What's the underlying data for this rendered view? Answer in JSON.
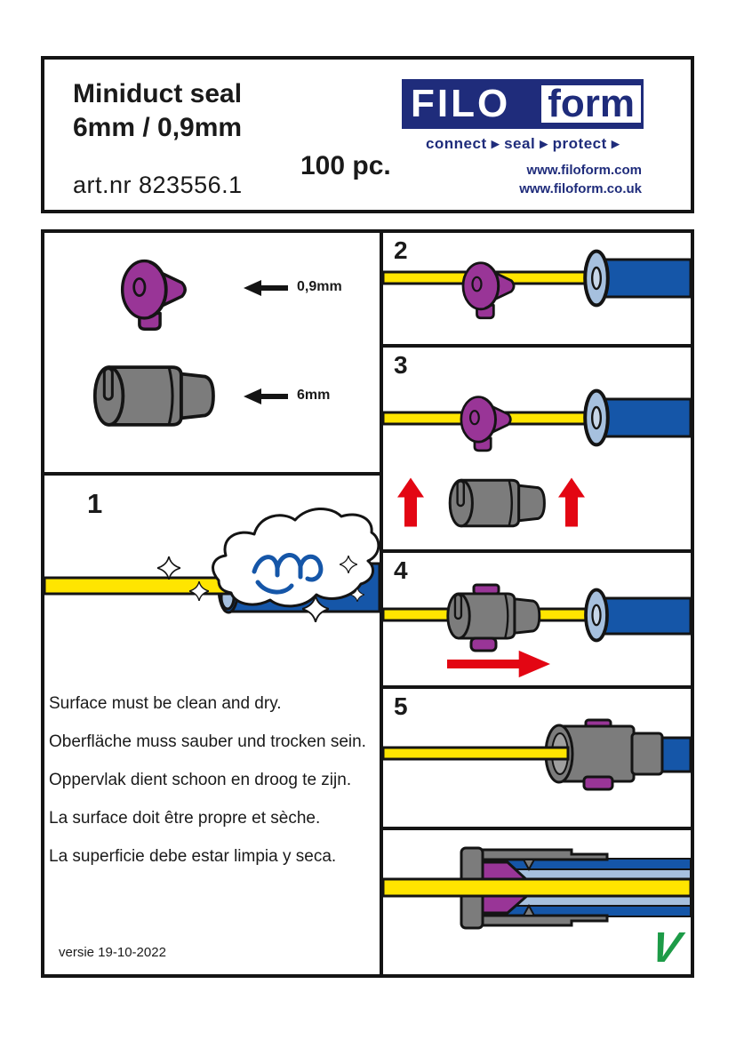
{
  "header": {
    "title_line1": "Miniduct seal",
    "title_line2": "6mm / 0,9mm",
    "art_nr": "art.nr 823556.1",
    "quantity": "100 pc.",
    "logo": {
      "filo": "FILO",
      "form": "form",
      "tagline": "connect ▸ seal ▸ protect ▸",
      "url1": "www.filoform.com",
      "url2": "www.filoform.co.uk"
    }
  },
  "components": {
    "small_label": "0,9mm",
    "large_label": "6mm"
  },
  "steps": [
    "1",
    "2",
    "3",
    "4",
    "5"
  ],
  "instructions": [
    "Surface must be clean and dry.",
    "Oberfläche muss sauber und trocken sein.",
    "Oppervlak dient schoon en droog te zijn.",
    "La surface doit être propre et sèche.",
    "La superficie debe estar limpia y seca."
  ],
  "footer": {
    "version": "versie 19-10-2022"
  },
  "final": {
    "checkmark": "V"
  },
  "colors": {
    "logo_blue": "#1f2c7b",
    "duct_blue": "#1556a8",
    "duct_inner_blue": "#a6c0de",
    "fiber_yellow": "#ffe500",
    "seal_purple": "#993597",
    "seal_grey": "#7c7c7c",
    "arrow_red": "#e30613",
    "check_green": "#1d9b47"
  }
}
